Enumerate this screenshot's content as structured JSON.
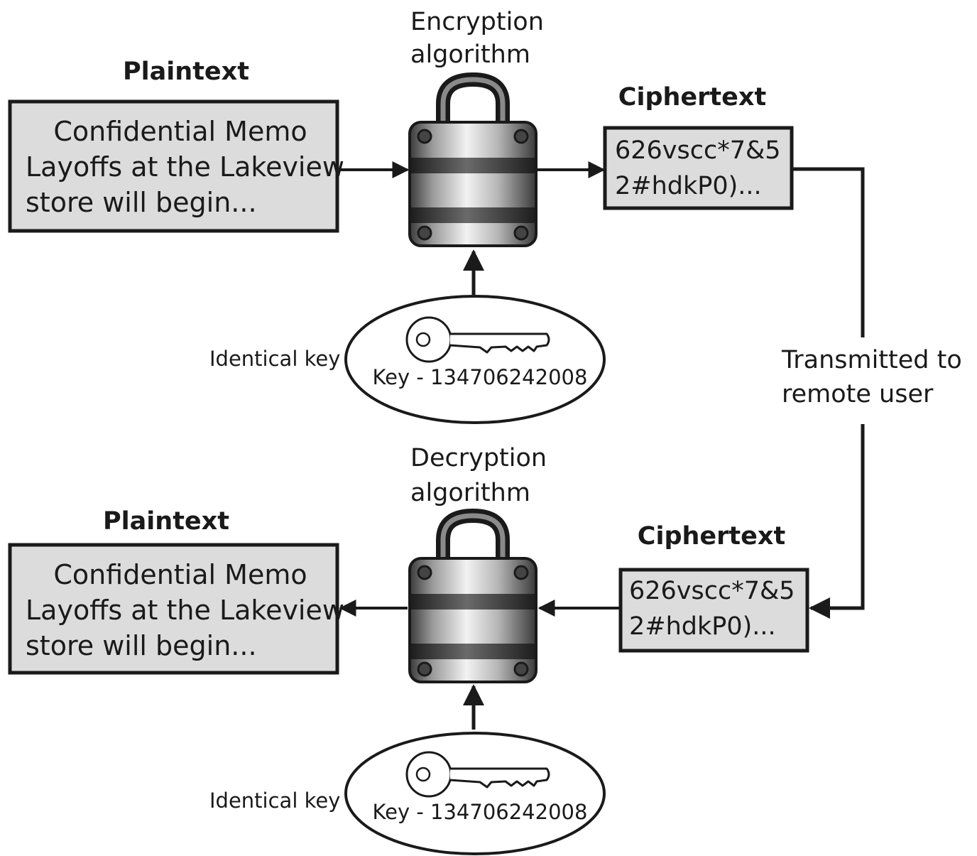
{
  "top": {
    "plaintext_label": "Plaintext",
    "plaintext_lines": [
      "Confidential Memo",
      "Layoffs at the Lakeview",
      "store will begin..."
    ],
    "algorithm_lines": [
      "Encryption",
      "algorithm"
    ],
    "ciphertext_label": "Ciphertext",
    "ciphertext_lines": [
      "626vscc*7&5",
      "2#hdkP0)..."
    ],
    "key_side_label": "Identical key",
    "key_label": "Key - 134706242008"
  },
  "transmit_lines": [
    "Transmitted to",
    "remote user"
  ],
  "bottom": {
    "plaintext_label": "Plaintext",
    "plaintext_lines": [
      "Confidential Memo",
      "Layoffs at the Lakeview",
      "store will begin..."
    ],
    "algorithm_lines": [
      "Decryption",
      "algorithm"
    ],
    "ciphertext_label": "Ciphertext",
    "ciphertext_lines": [
      "626vscc*7&5",
      "2#hdkP0)..."
    ],
    "key_side_label": "Identical key",
    "key_label": "Key - 134706242008"
  },
  "icons": {
    "lock": "padlock-icon",
    "key": "key-icon"
  },
  "colors": {
    "box_fill": "#dcdcdc",
    "stroke": "#1a1a1a",
    "background": "#ffffff"
  }
}
